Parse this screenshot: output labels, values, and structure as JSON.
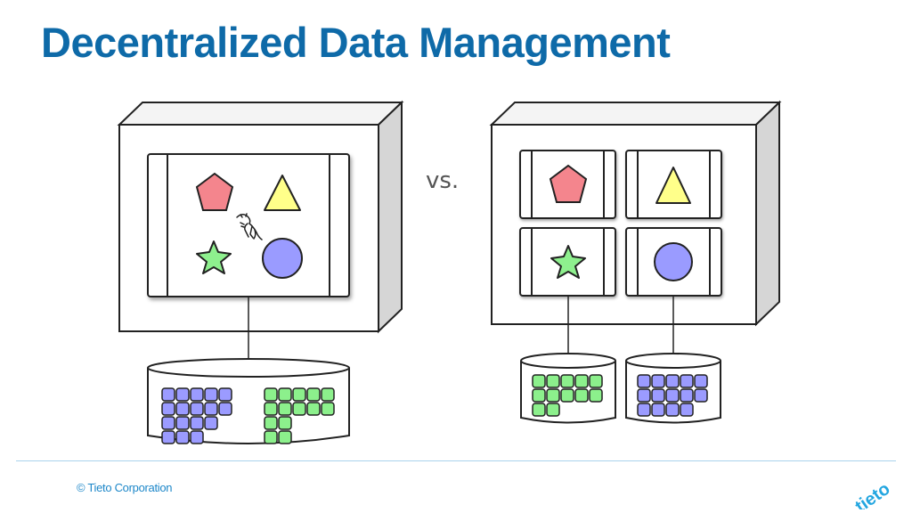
{
  "slide": {
    "title": "Decentralized Data Management",
    "vs_label": "vs.",
    "copyright": "© Tieto Corporation",
    "logo_text": "tieto"
  },
  "colors": {
    "title": "#0e6aa8",
    "footer_text": "#1d87c9",
    "rule": "#aad3ec",
    "logo": "#23a6e0",
    "pentagon": "#f4858d",
    "triangle": "#ffff8a",
    "star": "#8ef08e",
    "circle": "#9a9bff",
    "record_purple": "#9b9bff",
    "record_green": "#8cf08c"
  },
  "diagram": {
    "monolith": {
      "shapes": [
        "pentagon",
        "triangle",
        "star",
        "circle"
      ],
      "extra_icon": "dinosaur-icon",
      "database_groups": [
        "purple-records",
        "green-records"
      ]
    },
    "microservices": {
      "services": [
        "pentagon",
        "triangle",
        "star",
        "circle"
      ],
      "databases": [
        "green-records",
        "purple-records"
      ]
    }
  }
}
